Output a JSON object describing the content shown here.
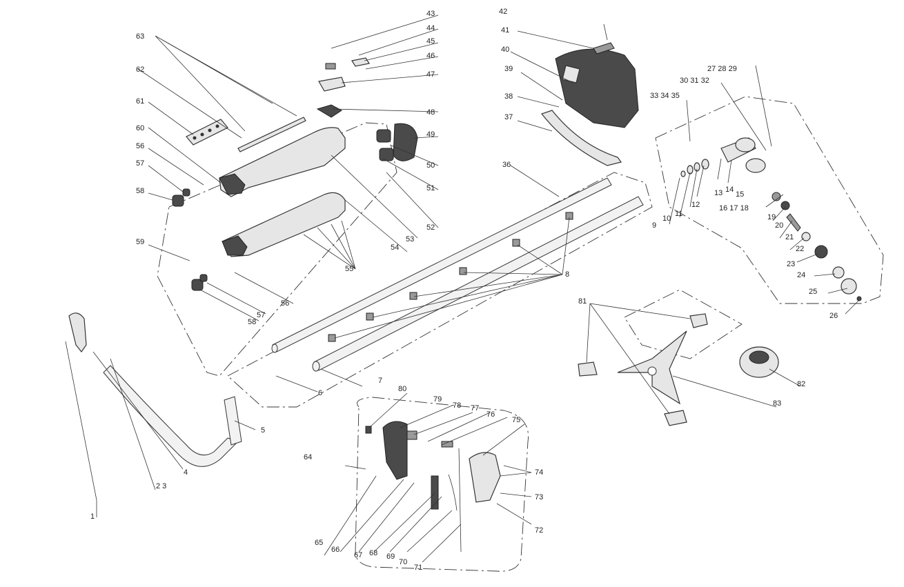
{
  "labels": {
    "l1": "1",
    "l2_3": "2 3",
    "l4": "4",
    "l5": "5",
    "l6": "6",
    "l7": "7",
    "l8": "8",
    "l9": "9",
    "l10": "10",
    "l11": "11",
    "l12": "12",
    "l13": "13",
    "l14": "14",
    "l15": "15",
    "l16_18": "16 17 18",
    "l19": "19",
    "l20": "20",
    "l21": "21",
    "l22": "22",
    "l23": "23",
    "l24": "24",
    "l25": "25",
    "l26": "26",
    "l27_29": "27 28 29",
    "l30_32": "30 31 32",
    "l33_35": "33 34 35",
    "l36": "36",
    "l37": "37",
    "l38": "38",
    "l39": "39",
    "l40": "40",
    "l41": "41",
    "l42": "42",
    "l43": "43",
    "l44": "44",
    "l45": "45",
    "l46": "46",
    "l47": "47",
    "l48": "48",
    "l49": "49",
    "l50": "50",
    "l51": "51",
    "l52": "52",
    "l53": "53",
    "l54": "54",
    "l55": "55",
    "l56a": "56",
    "l56b": "56",
    "l57a": "57",
    "l57b": "57",
    "l58a": "58",
    "l58b": "58",
    "l59": "59",
    "l60": "60",
    "l61": "61",
    "l62": "62",
    "l63": "63",
    "l64": "64",
    "l65": "65",
    "l66": "66",
    "l67": "67",
    "l68": "68",
    "l69": "69",
    "l70": "70",
    "l71": "71",
    "l72": "72",
    "l73": "73",
    "l74": "74",
    "l75": "75",
    "l76": "76",
    "l77": "77",
    "l78": "78",
    "l79": "79",
    "l80": "80",
    "l81": "81",
    "l82": "82",
    "l83": "83"
  }
}
